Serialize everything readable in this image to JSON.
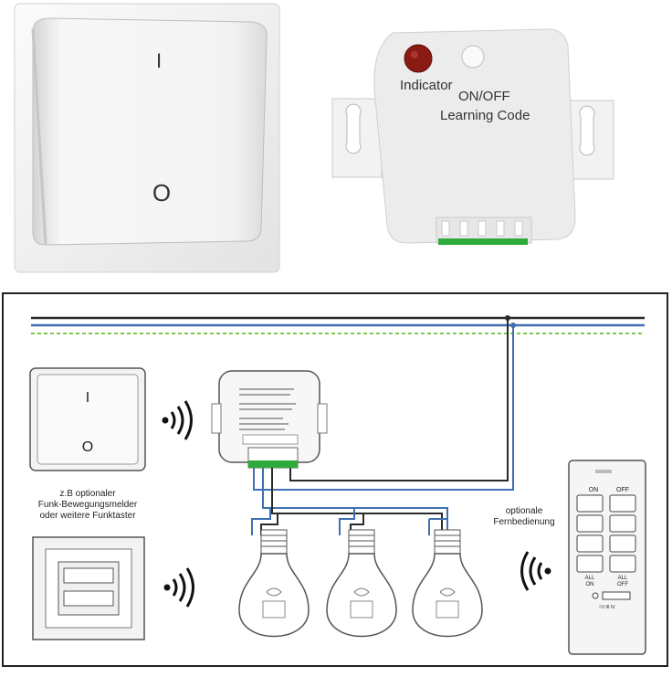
{
  "switch_photo": {
    "on_mark": "I",
    "off_mark": "O"
  },
  "receiver_photo": {
    "indicator_label": "Indicator",
    "onoff_label": "ON/OFF",
    "learning_label": "Learning Code",
    "colors": {
      "indicator_led": "#8a1a14",
      "body": "#ececec",
      "terminal": "#2eaa3a"
    }
  },
  "diagram": {
    "wall_switch": {
      "on_mark": "I",
      "off_mark": "O"
    },
    "motion_caption_1": "z.B optionaler",
    "motion_caption_2": "Funk-Bewegungsmelder",
    "motion_caption_3": "oder weitere Funktaster",
    "remote_caption_1": "optionale",
    "remote_caption_2": "Fernbedienung",
    "remote": {
      "on_label": "ON",
      "off_label": "OFF",
      "all_on_1": "ALL",
      "all_on_2": "ON",
      "all_off_1": "ALL",
      "all_off_2": "OFF",
      "code_label": "I II III IV"
    },
    "wire_colors": {
      "live": "#2a2a2a",
      "neutral": "#3f6fb0",
      "earth": "#7ec84a",
      "terminal": "#2eaa3a"
    }
  }
}
